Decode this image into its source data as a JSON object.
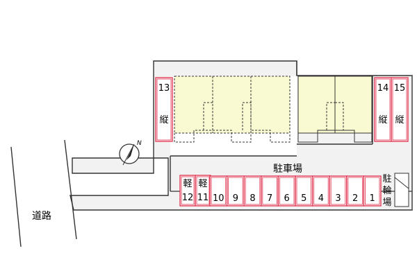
{
  "colors": {
    "site_fill": "#f2f2f2",
    "outline": "#333333",
    "building_fill": "#fafad2",
    "space_border": "#e0304c",
    "space_fill": "#ffffff",
    "wall_fill": "#ffffff"
  },
  "road": {
    "label": "道路"
  },
  "parking_area": {
    "label": "駐車場"
  },
  "bicycle_parking": {
    "label": [
      "駐",
      "輪",
      "場"
    ]
  },
  "compass": {
    "letter": "N"
  },
  "vertical_spaces": [
    {
      "number": "13",
      "kind": "縦"
    },
    {
      "number": "14",
      "kind": "縦"
    },
    {
      "number": "15",
      "kind": "縦"
    }
  ],
  "light_spaces": [
    {
      "kind": "軽",
      "number": "12"
    },
    {
      "kind": "軽",
      "number": "11"
    }
  ],
  "row_spaces": [
    "10",
    "9",
    "8",
    "7",
    "6",
    "5",
    "4",
    "3",
    "2",
    "1"
  ]
}
